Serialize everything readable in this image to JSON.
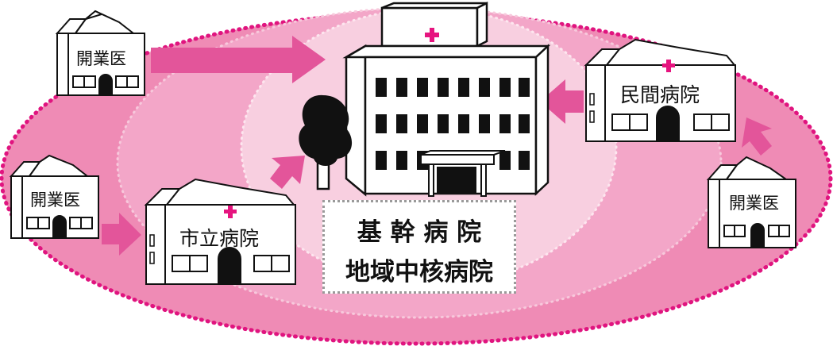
{
  "colors": {
    "outer_ellipse": "#ef8bb5",
    "middle_ellipse": "#f3a6c8",
    "inner_ellipse": "#f8cfe0",
    "dotted_border": "#e0147f",
    "arrow": "#e3559a",
    "cross": "#e6147f",
    "building_fill": "#ffffff",
    "stroke": "#111111"
  },
  "center": {
    "line1": "基 幹 病 院",
    "line2": "地域中核病院"
  },
  "buildings": {
    "clinic_top_left": {
      "label": "開業医",
      "icon": "clinic-house-icon"
    },
    "clinic_mid_left": {
      "label": "開業医",
      "icon": "clinic-house-icon"
    },
    "clinic_right": {
      "label": "開業医",
      "icon": "clinic-house-icon"
    },
    "city_hospital": {
      "label": "市立病院",
      "icon": "hospital-house-icon"
    },
    "private_hospital": {
      "label": "民間病院",
      "icon": "hospital-house-icon"
    },
    "core_hospital": {
      "icon": "large-hospital-icon"
    },
    "tree": {
      "icon": "tree-icon"
    }
  }
}
